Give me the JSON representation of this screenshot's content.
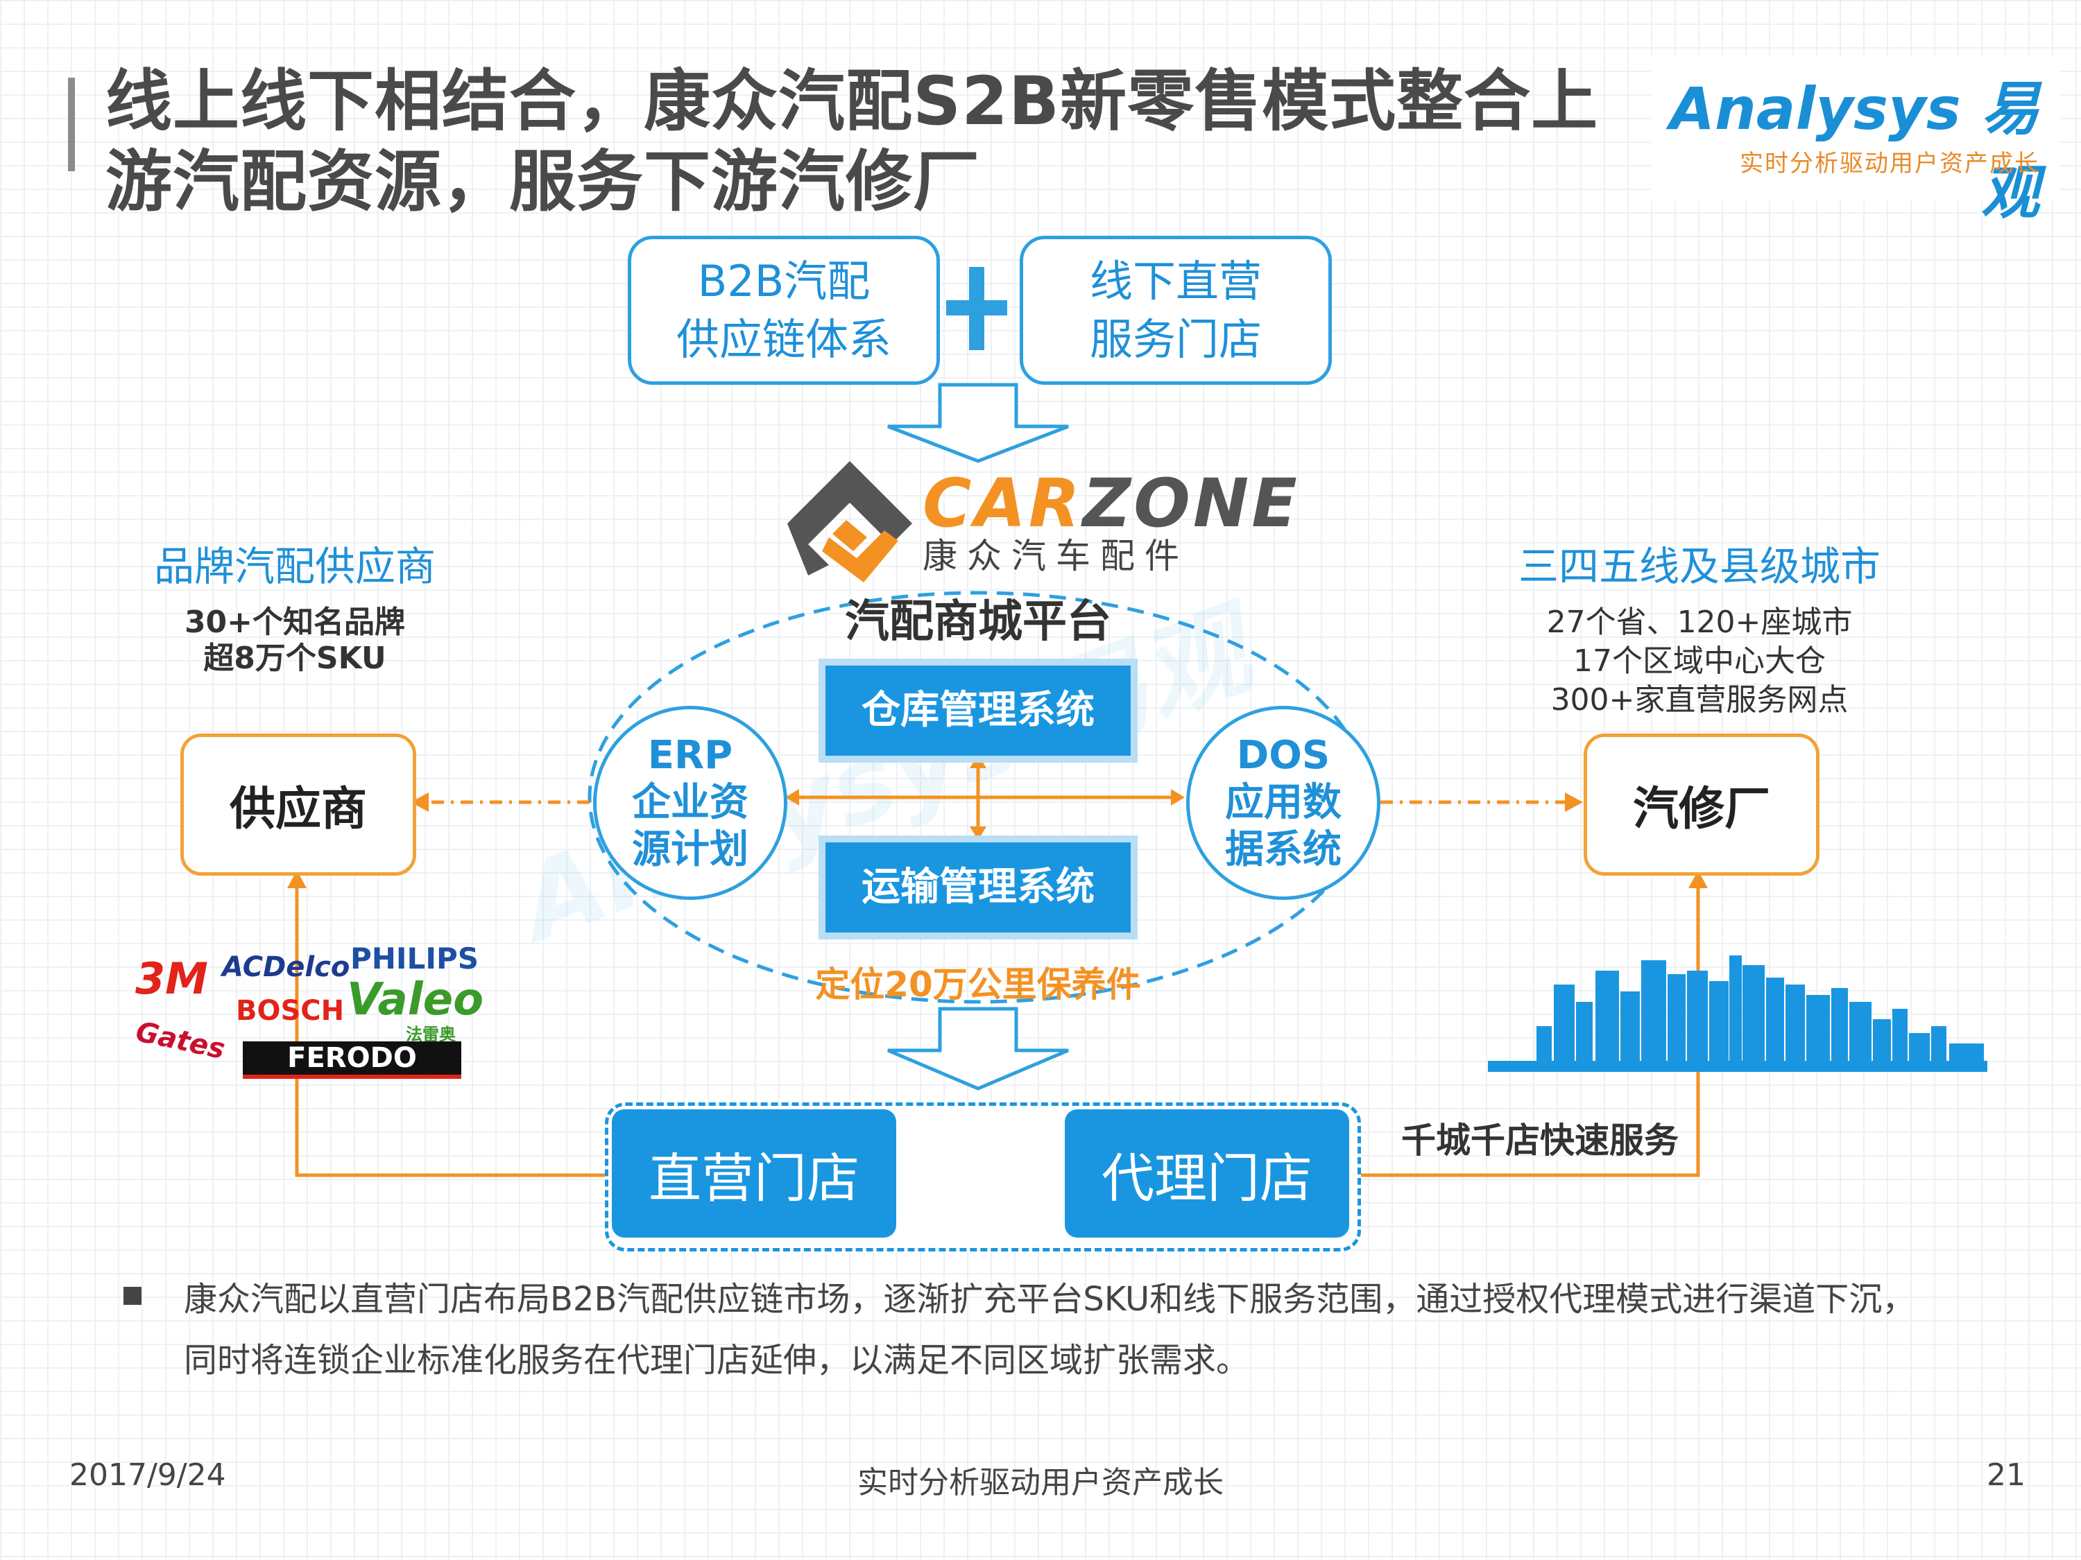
{
  "title": {
    "line1": "线上线下相结合，康众汽配S2B新零售模式整合上",
    "line2": "游汽配资源，服务下游汽修厂"
  },
  "brand": {
    "logo_text": "Analysys 易观",
    "slogan": "实时分析驱动用户资产成长"
  },
  "top_boxes": {
    "left": [
      "B2B汽配",
      "供应链体系"
    ],
    "right": [
      "线下直营",
      "服务门店"
    ]
  },
  "carzone": {
    "name_orange": "CAR",
    "name_gray": "ZONE",
    "cn": "康众汽车配件"
  },
  "platform": {
    "title": "汽配商城平台",
    "warehouse": "仓库管理系统",
    "transport": "运输管理系统",
    "erp": [
      "ERP",
      "企业资",
      "源计划"
    ],
    "dos": [
      "DOS",
      "应用数",
      "据系统"
    ],
    "parts_note": "定位20万公里保养件"
  },
  "left_side": {
    "title": "品牌汽配供应商",
    "stat1": "30+个知名品牌",
    "stat2": "超8万个SKU",
    "box": "供应商"
  },
  "right_side": {
    "title": "三四五线及县级城市",
    "stat1": "27个省、120+座城市",
    "stat2": "17个区域中心大仓",
    "stat3": "300+家直营服务网点",
    "box": "汽修厂"
  },
  "brands": {
    "b3m": "3M",
    "acdelco": "ACDelco",
    "philips": "PHILIPS",
    "bosch": "BOSCH",
    "valeo": "Valeo",
    "valeo_cn": "法雷奥",
    "gates": "Gates",
    "ferodo": "FERODO"
  },
  "stores": {
    "direct": "直营门店",
    "agent": "代理门店",
    "service_label": "千城千店快速服务"
  },
  "body": {
    "line1": "康众汽配以直营门店布局B2B汽配供应链市场，逐渐扩充平台SKU和线下服务范围，通过授权代理模式进行渠道下沉，",
    "line2": "同时将连锁企业标准化服务在代理门店延伸，以满足不同区域扩张需求。"
  },
  "footer": {
    "date": "2017/9/24",
    "center": "实时分析驱动用户资产成长",
    "page": "21"
  },
  "colors": {
    "blue": "#1a96e0",
    "orange": "#f39223",
    "gray": "#4a4a4a"
  }
}
